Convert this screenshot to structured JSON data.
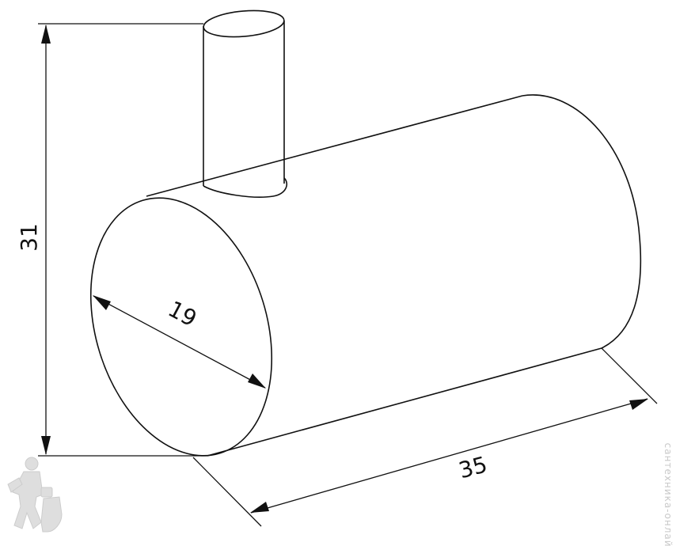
{
  "drawing": {
    "subject": "wall hook",
    "colors": {
      "line": "#111111",
      "background": "#ffffff",
      "watermark": "#c8c8c8"
    }
  },
  "dimensions": {
    "height": "31",
    "diameter": "19",
    "length": "35"
  },
  "watermark": {
    "text": "сантехника-онлайн"
  }
}
